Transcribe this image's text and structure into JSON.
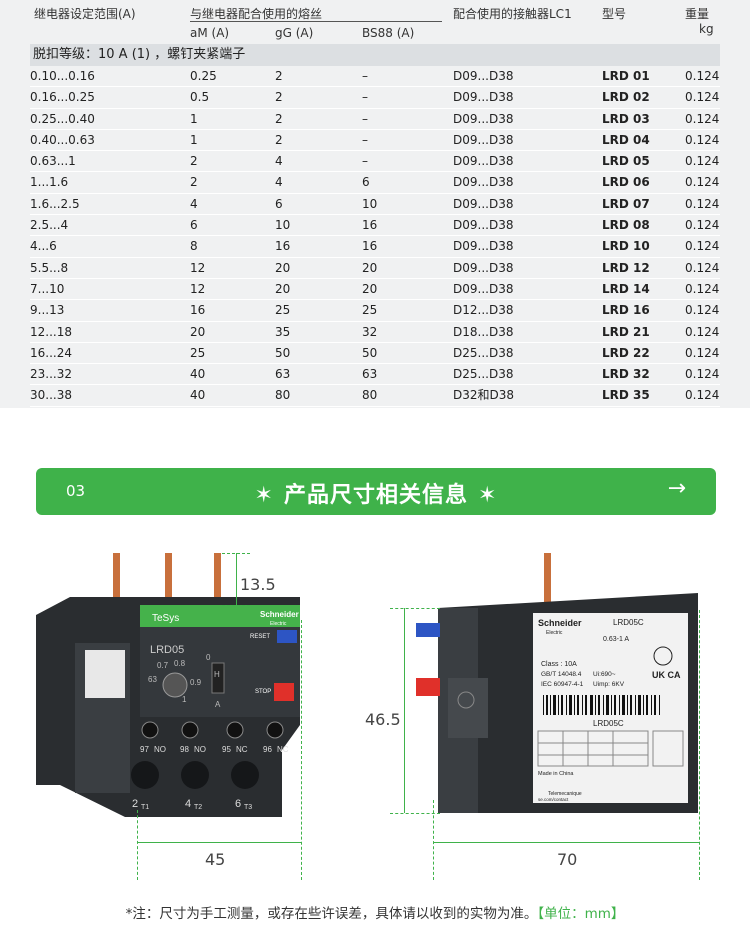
{
  "table": {
    "headers": {
      "range": "继电器设定范围(A)",
      "fuse_group": "与继电器配合使用的熔丝",
      "am": "aM (A)",
      "gg": "gG (A)",
      "bs88": "BS88 (A)",
      "contactor": "配合使用的接触器LC1",
      "model": "型号",
      "weight": "重量",
      "weight_unit": "kg"
    },
    "group_label": "脱扣等级：10 A (1) ，螺钉夹紧端子",
    "rows": [
      {
        "range": "0.10...0.16",
        "am": "0.25",
        "gg": "2",
        "bs88": "–",
        "contactor": "D09...D38",
        "model": "LRD 01",
        "weight": "0.124"
      },
      {
        "range": "0.16...0.25",
        "am": "0.5",
        "gg": "2",
        "bs88": "–",
        "contactor": "D09...D38",
        "model": "LRD 02",
        "weight": "0.124"
      },
      {
        "range": "0.25...0.40",
        "am": "1",
        "gg": "2",
        "bs88": "–",
        "contactor": "D09...D38",
        "model": "LRD 03",
        "weight": "0.124"
      },
      {
        "range": "0.40...0.63",
        "am": "1",
        "gg": "2",
        "bs88": "–",
        "contactor": "D09...D38",
        "model": "LRD 04",
        "weight": "0.124"
      },
      {
        "range": "0.63...1",
        "am": "2",
        "gg": "4",
        "bs88": "–",
        "contactor": "D09...D38",
        "model": "LRD 05",
        "weight": "0.124"
      },
      {
        "range": "1...1.6",
        "am": "2",
        "gg": "4",
        "bs88": "6",
        "contactor": "D09...D38",
        "model": "LRD 06",
        "weight": "0.124"
      },
      {
        "range": "1.6...2.5",
        "am": "4",
        "gg": "6",
        "bs88": "10",
        "contactor": "D09...D38",
        "model": "LRD 07",
        "weight": "0.124"
      },
      {
        "range": "2.5...4",
        "am": "6",
        "gg": "10",
        "bs88": "16",
        "contactor": "D09...D38",
        "model": "LRD 08",
        "weight": "0.124"
      },
      {
        "range": "4...6",
        "am": "8",
        "gg": "16",
        "bs88": "16",
        "contactor": "D09...D38",
        "model": "LRD 10",
        "weight": "0.124"
      },
      {
        "range": "5.5...8",
        "am": "12",
        "gg": "20",
        "bs88": "20",
        "contactor": "D09...D38",
        "model": "LRD 12",
        "weight": "0.124"
      },
      {
        "range": "7...10",
        "am": "12",
        "gg": "20",
        "bs88": "20",
        "contactor": "D09...D38",
        "model": "LRD 14",
        "weight": "0.124"
      },
      {
        "range": "9...13",
        "am": "16",
        "gg": "25",
        "bs88": "25",
        "contactor": "D12...D38",
        "model": "LRD 16",
        "weight": "0.124"
      },
      {
        "range": "12...18",
        "am": "20",
        "gg": "35",
        "bs88": "32",
        "contactor": "D18...D38",
        "model": "LRD 21",
        "weight": "0.124"
      },
      {
        "range": "16...24",
        "am": "25",
        "gg": "50",
        "bs88": "50",
        "contactor": "D25...D38",
        "model": "LRD 22",
        "weight": "0.124"
      },
      {
        "range": "23...32",
        "am": "40",
        "gg": "63",
        "bs88": "63",
        "contactor": "D25...D38",
        "model": "LRD 32",
        "weight": "0.124"
      },
      {
        "range": "30...38",
        "am": "40",
        "gg": "80",
        "bs88": "80",
        "contactor": "D32和D38",
        "model": "LRD 35",
        "weight": "0.124"
      }
    ]
  },
  "banner": {
    "number": "03",
    "star": "✶",
    "title": "产品尺寸相关信息",
    "arrow": "→"
  },
  "front_view": {
    "brand": "TeSys",
    "maker": "Schneider",
    "maker_sub": "Electric",
    "reset": "RESET",
    "stop": "STOP",
    "model": "LRD05",
    "dial_values": [
      "0.7",
      "0.8",
      "63",
      "0.9",
      "1"
    ],
    "mode_labels": [
      "0",
      "H",
      "A"
    ],
    "aux_labels": [
      "97",
      "NO",
      "98",
      "NO",
      "95",
      "NC",
      "96",
      "NC"
    ],
    "terminals": [
      "2",
      "T1",
      "4",
      "T2",
      "6",
      "T3"
    ],
    "dim_top": "13.5",
    "dim_width": "45"
  },
  "side_view": {
    "maker": "Schneider",
    "maker_sub": "Electric",
    "model": "LRD05C",
    "current_range": "0.63-1 A",
    "class_text": "Class : 10A",
    "std1": "GB/T 14048.4",
    "std1_val": "Ui:690~",
    "std2": "IEC 60947-4-1",
    "std2_val": "Uimp: 6KV",
    "label_model": "LRD05C",
    "made_in": "Made in China",
    "telemecanique": "Telemecanique",
    "site": "se.com/contact",
    "dim_height": "46.5",
    "dim_width": "70"
  },
  "note": {
    "text": "*注：尺寸为手工测量，或存在些许误差，具体请以收到的实物为准。",
    "unit": "【单位：mm】"
  },
  "colors": {
    "accent": "#3fb24a",
    "table_bg": "#f0f1f2",
    "group_bg": "#dcdfe2",
    "device_body": "#2a2d30",
    "device_green": "#45b24b",
    "reset_blue": "#2d55c4",
    "stop_red": "#e0302a",
    "copper": "#c8703c"
  }
}
